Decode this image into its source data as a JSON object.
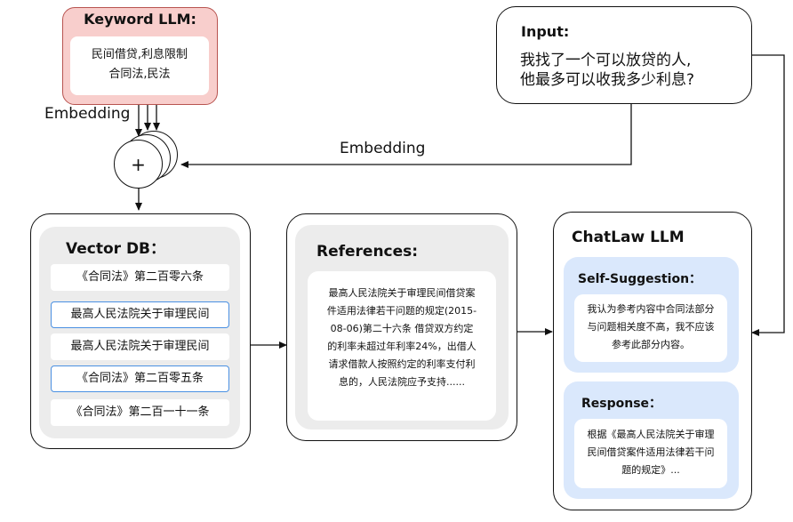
{
  "keyword": {
    "title": "Keyword LLM:",
    "lines": [
      "民间借贷,利息限制",
      "合同法,民法"
    ]
  },
  "embedding_left": "Embedding",
  "embedding_mid": "Embedding",
  "plus": "+",
  "input": {
    "title": "Input:",
    "lines": [
      "我找了一个可以放贷的人,",
      "他最多可以收我多少利息?"
    ]
  },
  "vector_db": {
    "title": "Vector DB：",
    "items": [
      {
        "label": "《合同法》第二百零六条",
        "highlight": false
      },
      {
        "label": "最高人民法院关于审理民间",
        "highlight": true
      },
      {
        "label": "最高人民法院关于审理民间",
        "highlight": false
      },
      {
        "label": "《合同法》第二百零五条",
        "highlight": true
      },
      {
        "label": "《合同法》第二百一十一条",
        "highlight": false
      }
    ]
  },
  "references": {
    "title": "References:",
    "lines": [
      "最高人民法院关于审理民间借贷案",
      "件适用法律若干问题的规定(2015-",
      "08-06)第二十六条 借贷双方约定",
      "的利率未超过年利率24%，出借人",
      "请求借款人按照约定的利率支付利",
      "息的，人民法院应予支持......"
    ]
  },
  "chatlaw": {
    "title": "ChatLaw LLM",
    "self_suggestion": {
      "title": "Self-Suggestion：",
      "lines": [
        "我认为参考内容中合同法部分",
        "与问题相关度不高，我不应该",
        "参考此部分内容。"
      ]
    },
    "response": {
      "title": "Response：",
      "lines": [
        "根据《最高人民法院关于审理",
        "民间借贷案件适用法律若干问",
        "题的规定》..."
      ]
    }
  },
  "colors": {
    "keyword_fill": "#f8cecc",
    "keyword_border": "#b85450",
    "panel_gray": "#ececec",
    "blue_box": "#dae8fc",
    "highlight_border": "#4a90e2"
  }
}
